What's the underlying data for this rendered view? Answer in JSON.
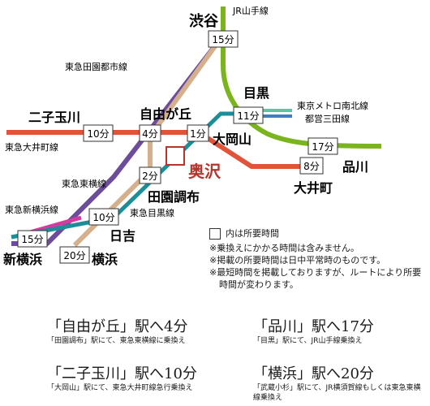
{
  "stations": {
    "shibuya": "渋谷",
    "meguro": "目黒",
    "futakotamagawa": "二子玉川",
    "jiyugaoka": "自由が丘",
    "ookayama": "大岡山",
    "okusawa": "奥沢",
    "denenchofu": "田園調布",
    "shinagawa": "品川",
    "oimachi": "大井町",
    "hiyoshi": "日吉",
    "shinyokohama": "新横浜",
    "yokohama": "横浜"
  },
  "lines": {
    "jr_yamanote": "JR山手線",
    "den_en_toshi": "東急田園都市線",
    "metro_namboku": "東京メトロ南北線",
    "toei_mita": "都営三田線",
    "oimachi": "東急大井町線",
    "toyoko": "東急東横線",
    "shin_yokohama": "東急新横浜線",
    "meguro": "東急目黒線"
  },
  "times": {
    "shibuya": "15分",
    "meguro": "11分",
    "futakotamagawa": "10分",
    "jiyugaoka": "4分",
    "ookayama": "1分",
    "oimachi": "8分",
    "shinagawa": "17分",
    "denenchofu": "2分",
    "hiyoshi": "10分",
    "shinyokohama": "15分",
    "yokohama": "20分"
  },
  "colors": {
    "yamanote": "#7ab51d",
    "den_en_toshi": "#6d4c9c",
    "oimachi": "#e2543a",
    "toyoko": "#d4b08c",
    "meguro": "#1b8e98",
    "namboku": "#5fc3a3",
    "mita": "#3d7fc2",
    "shin_yokohama": "#d63aa0",
    "okusawa": "#b5342c"
  },
  "legend": {
    "box_label": "内は所要時間",
    "notes": [
      "※乗換えにかかる時間は含みません。",
      "※掲載の所要時間は日中平常時のものです。",
      "※最短時間を掲載しておりますが、ルートにより所要時間が変わります。"
    ]
  },
  "routes": [
    {
      "dest": "「自由が丘」駅へ4分",
      "note": "「田園調布」駅にて、東急東横線に乗換え"
    },
    {
      "dest": "「品川」駅へ17分",
      "note": "「目黒」駅にて、JR山手線乗換え"
    },
    {
      "dest": "「二子玉川」駅へ10分",
      "note": "「大岡山」駅にて、東急大井町線急行乗換え"
    },
    {
      "dest": "「横浜」駅へ20分",
      "note": "「武蔵小杉」駅にて、JR横須賀線もしくは東急東横線乗換え"
    }
  ]
}
